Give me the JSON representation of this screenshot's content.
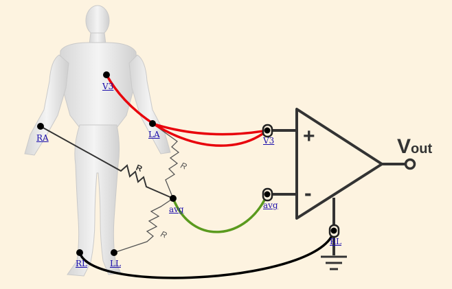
{
  "electrodes": {
    "v3": "V3",
    "la": "LA",
    "ra": "RA",
    "avg": "avg",
    "rl": "RL",
    "ll": "LL"
  },
  "amplifier": {
    "plus_symbol": "+",
    "minus_symbol": "-",
    "v3_input": "V3",
    "avg_input": "avg",
    "rl_terminal": "RL",
    "output_main": "V",
    "output_sub": "out"
  },
  "resistor_label": "R",
  "colors": {
    "background": "#fdf3e0",
    "positive_lead": "#e8000b",
    "negative_lead": "#5a9a1e",
    "ground_lead": "#000000",
    "amplifier": "#333333",
    "link": "#1a0dab"
  }
}
